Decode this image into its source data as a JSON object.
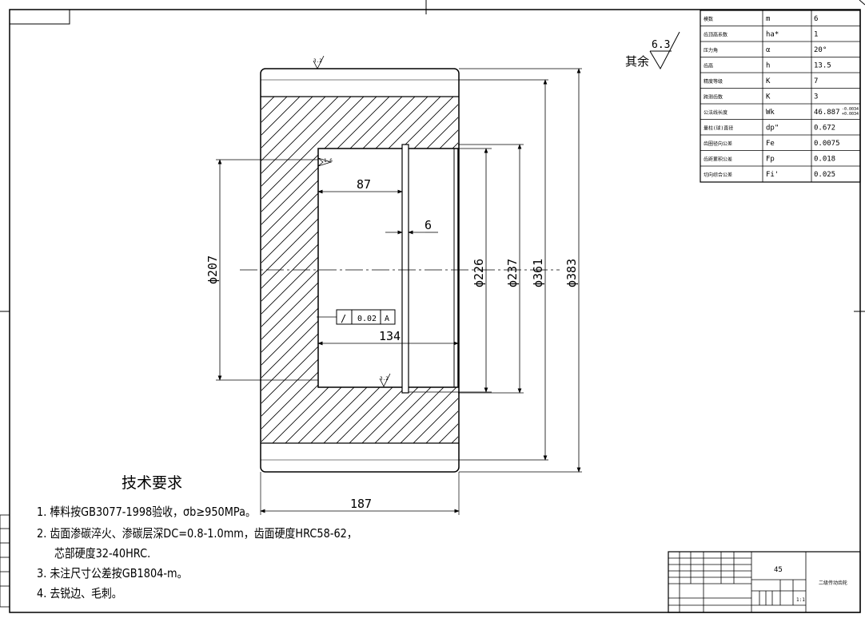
{
  "roughness": {
    "prefix": "其余",
    "value": "6.3"
  },
  "dimensions": {
    "d87": "87",
    "d6": "6",
    "d134": "134",
    "d187": "187",
    "d207": "ϕ207",
    "d226": "ϕ226",
    "d237": "ϕ237",
    "d361": "ϕ361",
    "d383": "ϕ383"
  },
  "tolerance_frame": {
    "symbol": "/",
    "value": "0.02",
    "datum": "A"
  },
  "surface_marks": {
    "top": "3.2",
    "bore": "1.6",
    "bottom": "3.2"
  },
  "gear_params": [
    {
      "name": "模数",
      "symbol": "m",
      "value": "6"
    },
    {
      "name": "齿顶高系数",
      "symbol": "ha*",
      "value": "1"
    },
    {
      "name": "压力角",
      "symbol": "α",
      "value": "20°"
    },
    {
      "name": "齿高",
      "symbol": "h",
      "value": "13.5"
    },
    {
      "name": "精度等级",
      "symbol": "K",
      "value": "7"
    },
    {
      "name": "跨测齿数",
      "symbol": "K",
      "value": "3"
    },
    {
      "name": "公法线长度",
      "symbol": "Wk",
      "value": "46.887",
      "sup": "-0.0034",
      "sub": "+0.0034"
    },
    {
      "name": "量柱(球)直径",
      "symbol": "dp\"",
      "value": "0.672"
    },
    {
      "name": "齿圈径向公差",
      "symbol": "Fe",
      "value": "0.0075"
    },
    {
      "name": "齿距累积公差",
      "symbol": "Fp",
      "value": "0.018"
    },
    {
      "name": "切向综合公差",
      "symbol": "Fi'",
      "value": "0.025"
    }
  ],
  "tech_req": {
    "title": "技术要求",
    "items": [
      "1. 棒料按GB3077-1998验收，σb≥950MPa。",
      "2. 齿面渗碳淬火、渗碳层深DC=0.8-1.0mm，齿面硬度HRC58-62，",
      "芯部硬度32-40HRC.",
      "3. 未注尺寸公差按GB1804-m。",
      "4. 去锐边、毛刺。"
    ]
  },
  "title_block": {
    "material": "45",
    "part_name": "二级传动齿轮",
    "scale": "1:1"
  }
}
